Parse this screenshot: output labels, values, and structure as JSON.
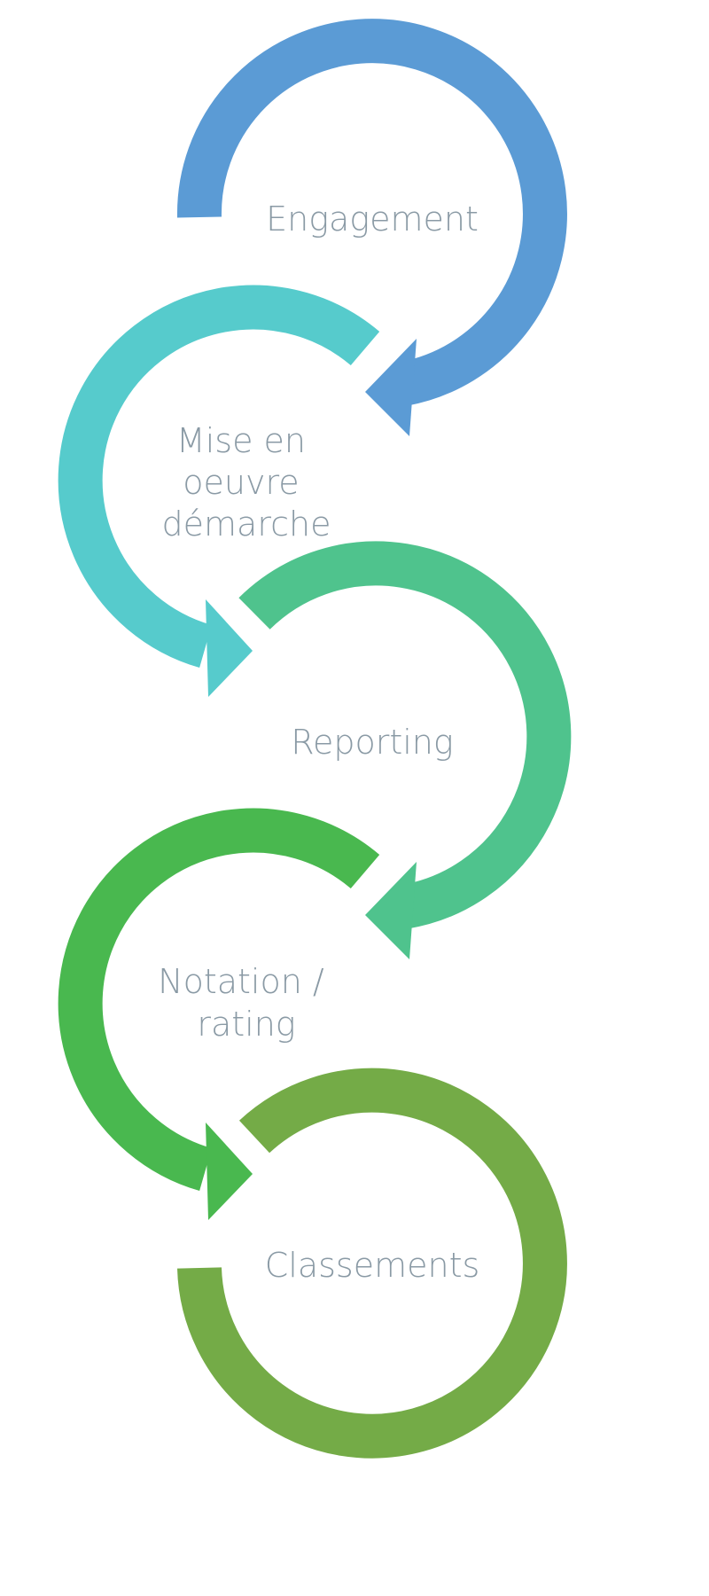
{
  "steps": [
    {
      "label_lines": [
        "Engagement"
      ],
      "color": "#5b9bd5"
    },
    {
      "label_lines": [
        "Mise en",
        "oeuvre",
        "démarche"
      ],
      "color": "#56cbcc"
    },
    {
      "label_lines": [
        "Reporting"
      ],
      "color": "#4fc38d"
    },
    {
      "label_lines": [
        "Notation /",
        "rating"
      ],
      "color": "#49b84f"
    },
    {
      "label_lines": [
        "Classements"
      ],
      "color": "#74ab47"
    }
  ],
  "label_color": "#8a9aa5",
  "background": "#ffffff"
}
